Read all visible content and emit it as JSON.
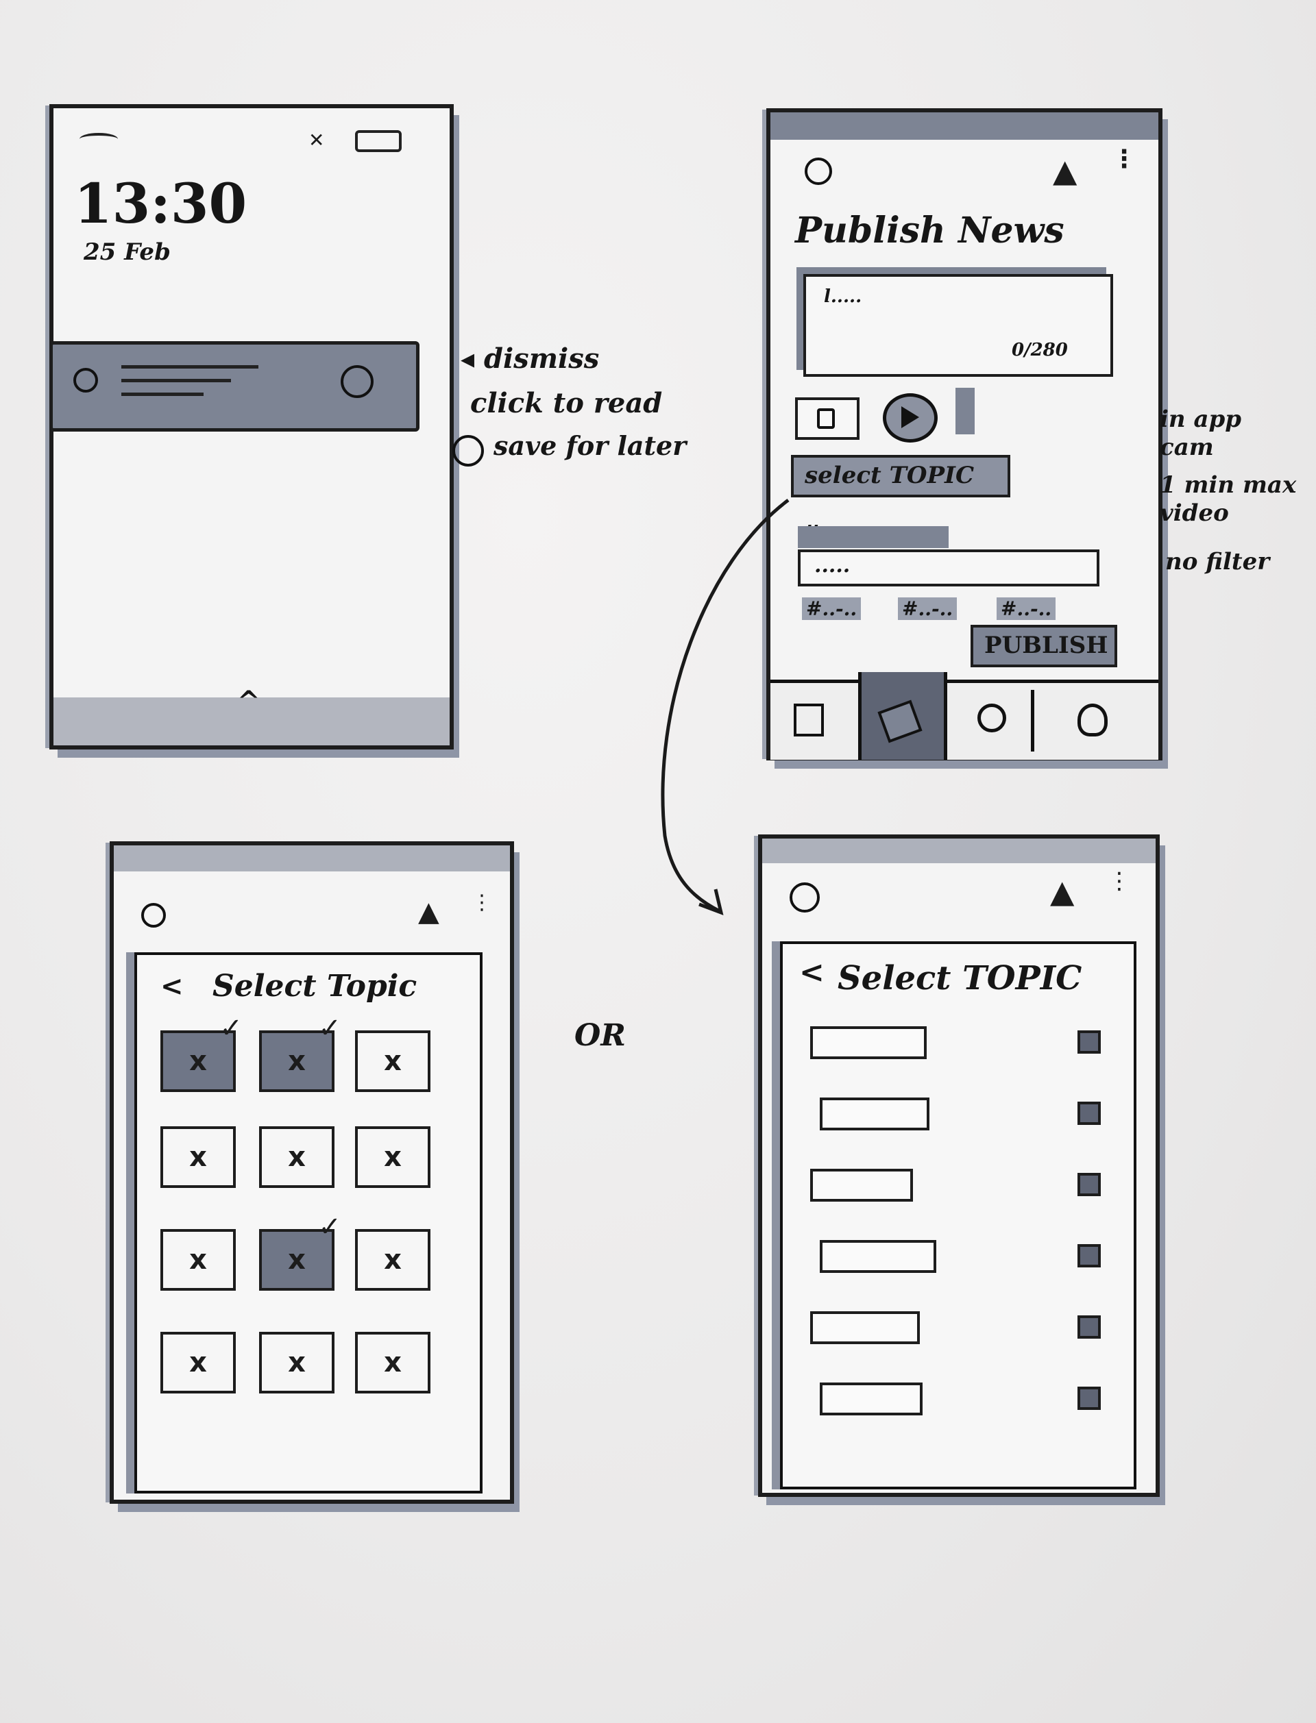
{
  "lock_screen": {
    "time": "13:30",
    "date": "25 Feb",
    "up_chevron": "^"
  },
  "notes": {
    "dismiss": "dismiss",
    "click_to_read": "click to read",
    "save_for_later": "save for later",
    "publish_notes": [
      "in app cam",
      "1 min max video",
      "no filter"
    ],
    "or": "OR"
  },
  "publish": {
    "title": "Publish News",
    "text_placeholder": "l.....",
    "counter": "0/280",
    "select_topic": "select TOPIC",
    "hashtag": "#",
    "tags_placeholder": ".....",
    "tag_chips": [
      "#..-..",
      "#..-..",
      "#..-.."
    ],
    "publish_button": "PUBLISH"
  },
  "grid_topic": {
    "title": "Select Topic",
    "back": "<",
    "tiles": [
      "x",
      "x",
      "x",
      "x",
      "x",
      "x",
      "x",
      "x",
      "x",
      "x",
      "x",
      "x"
    ],
    "selected": [
      true,
      true,
      false,
      false,
      false,
      false,
      false,
      true,
      false,
      false,
      false,
      false
    ]
  },
  "list_topic": {
    "title": "Select TOPIC",
    "back": "<",
    "rows": 6
  },
  "icons": {
    "logo": "logo-icon",
    "notifications": "bell-icon",
    "menu": "kebab-menu-icon",
    "camera": "camera-icon",
    "video": "play-icon"
  }
}
